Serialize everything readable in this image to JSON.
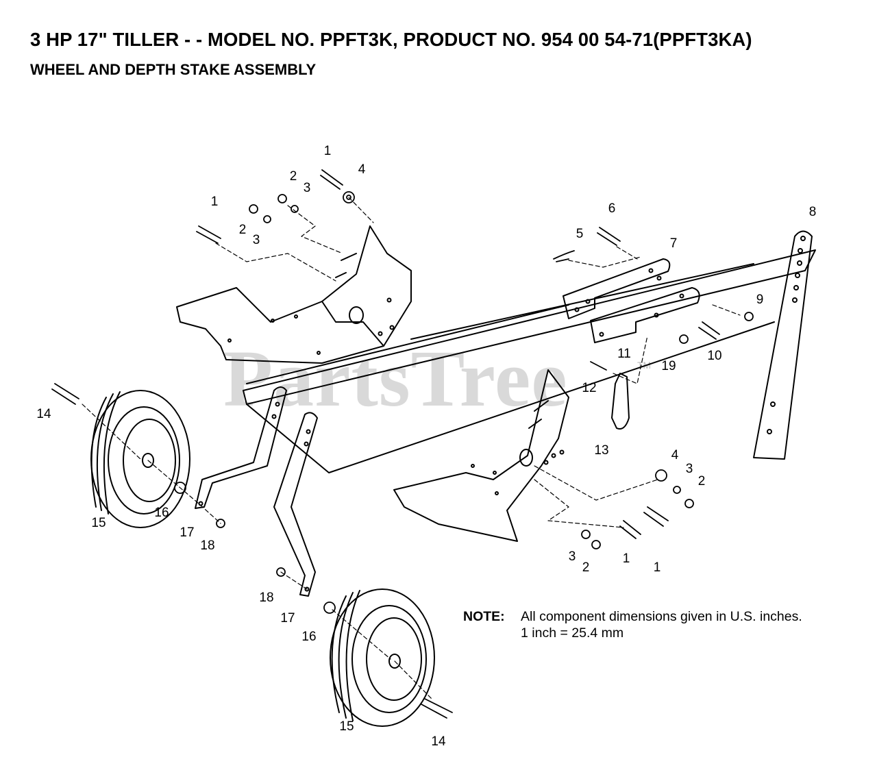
{
  "header": {
    "title": "3 HP 17\" TILLER - - MODEL NO. PPFT3K, PRODUCT NO. 954 00 54-71(PPFT3KA)",
    "subtitle": "WHEEL AND DEPTH STAKE ASSEMBLY"
  },
  "note": {
    "label": "NOTE:",
    "line1": "All component dimensions given in U.S. inches.",
    "line2": "1 inch = 25.4 mm"
  },
  "watermark": {
    "text": "PartsTree",
    "tm": "TM"
  },
  "callouts": [
    "1",
    "2",
    "3",
    "4",
    "1",
    "2",
    "3",
    "6",
    "5",
    "7",
    "8",
    "9",
    "19",
    "10",
    "11",
    "12",
    "13",
    "14",
    "15",
    "16",
    "17",
    "18",
    "4",
    "3",
    "2",
    "3",
    "2",
    "1",
    "1",
    "18",
    "17",
    "16",
    "15",
    "14"
  ]
}
